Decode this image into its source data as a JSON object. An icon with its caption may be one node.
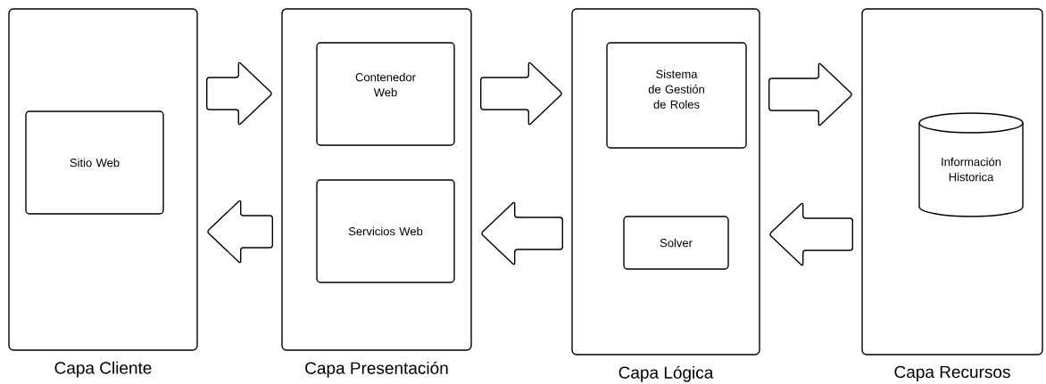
{
  "diagram": {
    "nodes": [
      {
        "text": [
          "Capa Cliente"
        ]
      },
      {
        "text": [
          "Sitio Web"
        ],
        "in": 0
      },
      {
        "text": [
          "Capa Presentación"
        ]
      },
      {
        "text": [
          "Contenedor Web"
        ],
        "in": 2
      },
      {
        "text": [
          "Servicios Web"
        ],
        "in": 2
      },
      {
        "text": [
          "Capa Lógica"
        ]
      },
      {
        "text": [
          "Sistema de Gestión de Roles"
        ],
        "in": 5
      },
      {
        "text": [
          "Solver"
        ],
        "in": 5
      },
      {
        "text": [
          "Capa Recursos"
        ]
      },
      {
        "text": [
          "Información Historica"
        ],
        "in": 8
      }
    ],
    "edges": [
      {
        "from": 0,
        "to": 2,
        "arrow": "to"
      },
      {
        "from": 2,
        "to": 0,
        "arrow": "to"
      },
      {
        "from": 2,
        "to": 5,
        "arrow": "to"
      },
      {
        "from": 5,
        "to": 2,
        "arrow": "to"
      },
      {
        "from": 5,
        "to": 8,
        "arrow": "to"
      },
      {
        "from": 8,
        "to": 5,
        "arrow": "to"
      }
    ]
  }
}
